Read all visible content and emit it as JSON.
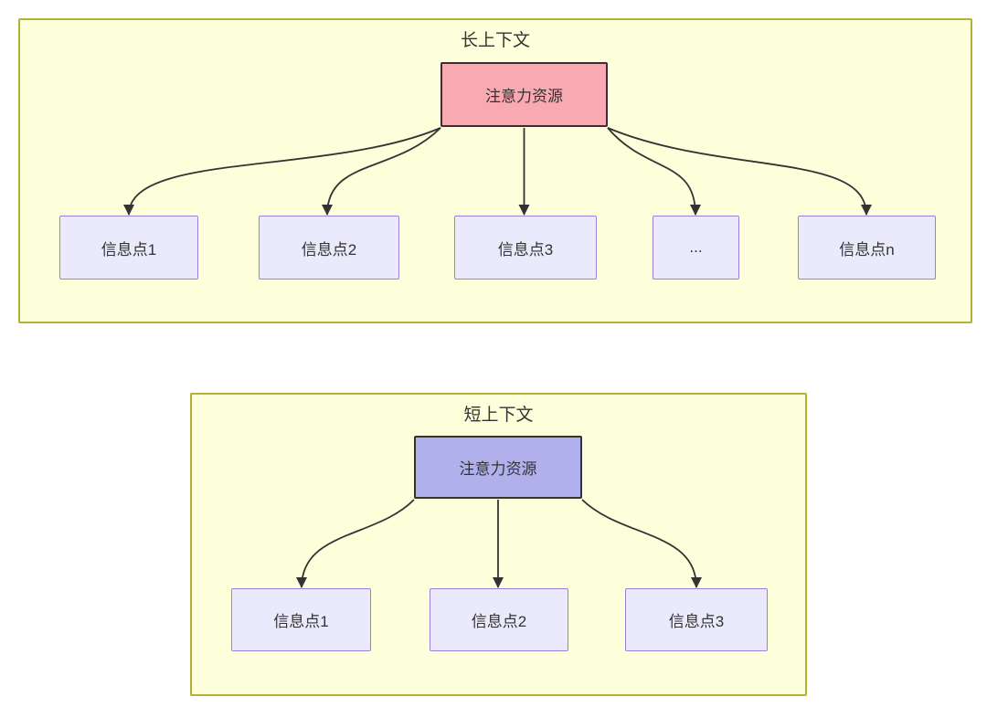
{
  "colors": {
    "container_bg": "#fdfeda",
    "container_border": "#b2b236",
    "attention_long_bg": "#f9a9b2",
    "attention_short_bg": "#b0b0ed",
    "info_bg": "#eaeafc",
    "info_border": "#9b7ed8",
    "node_border": "#333333",
    "arrow": "#333333",
    "text": "#333333"
  },
  "long_context": {
    "title": "长上下文",
    "attention": "注意力资源",
    "info_points": [
      "信息点1",
      "信息点2",
      "信息点3",
      "...",
      "信息点n"
    ]
  },
  "short_context": {
    "title": "短上下文",
    "attention": "注意力资源",
    "info_points": [
      "信息点1",
      "信息点2",
      "信息点3"
    ]
  }
}
